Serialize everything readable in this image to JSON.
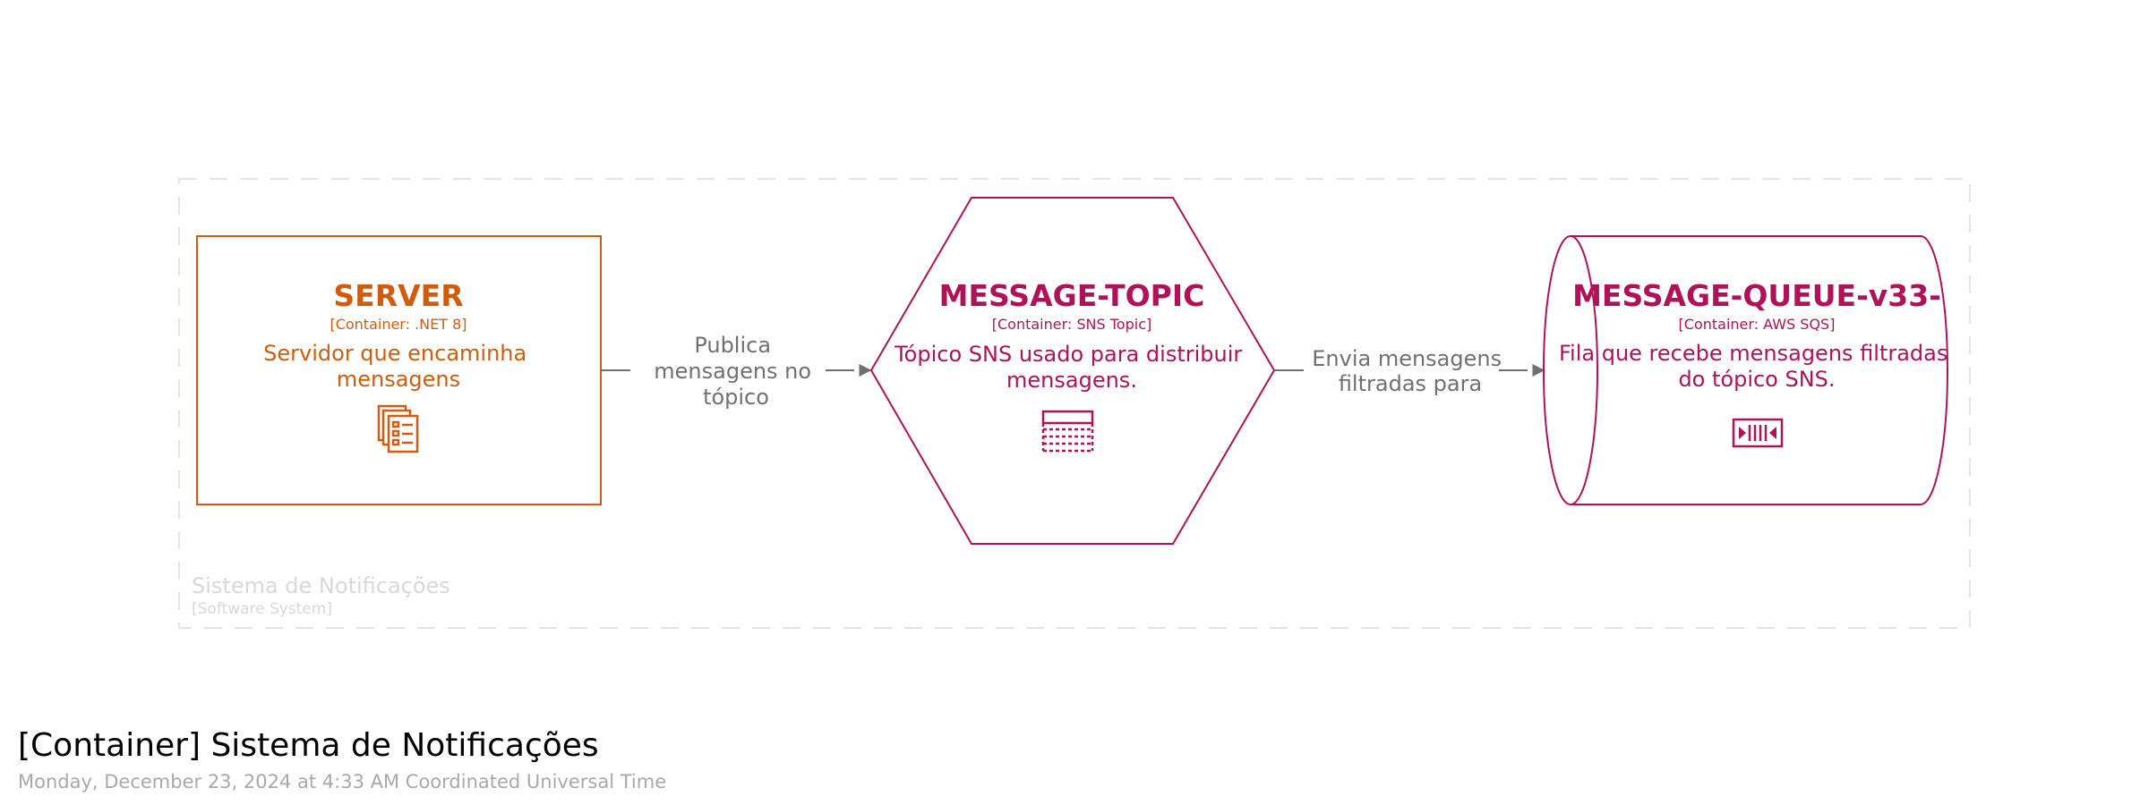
{
  "colors": {
    "server": "#d35c0c",
    "topic": "#b0125a",
    "queue": "#b0125a",
    "relationship": "#707070",
    "boundary": "#e4e4e4",
    "boundary_text": "#d8d8d8",
    "footer_meta": "#a8a8a8"
  },
  "boundary": {
    "name": "Sistema de Notificações",
    "type": "[Software System]"
  },
  "nodes": {
    "server": {
      "title": "SERVER",
      "technology": "[Container: .NET 8]",
      "description": [
        "Servidor que encaminha",
        "mensagens"
      ],
      "icon": "documents-icon"
    },
    "topic": {
      "title": "MESSAGE-TOPIC",
      "technology": "[Container: SNS Topic]",
      "description": [
        "Tópico SNS usado para distribuir",
        "mensagens."
      ],
      "icon": "sns-topic-icon"
    },
    "queue": {
      "title": "MESSAGE-QUEUE-v33-",
      "technology": "[Container: AWS SQS]",
      "description": [
        "Fila que recebe mensagens filtradas",
        "do tópico SNS."
      ],
      "icon": "sqs-queue-icon"
    }
  },
  "relationships": [
    {
      "from": "server",
      "to": "topic",
      "label": [
        "Publica",
        "mensagens no",
        "tópico"
      ]
    },
    {
      "from": "topic",
      "to": "queue",
      "label": [
        "Envia mensagens",
        "filtradas para"
      ]
    }
  ],
  "footer": {
    "title": "[Container] Sistema de Notificações",
    "date": "Monday, December 23, 2024 at 4:33 AM Coordinated Universal Time"
  }
}
